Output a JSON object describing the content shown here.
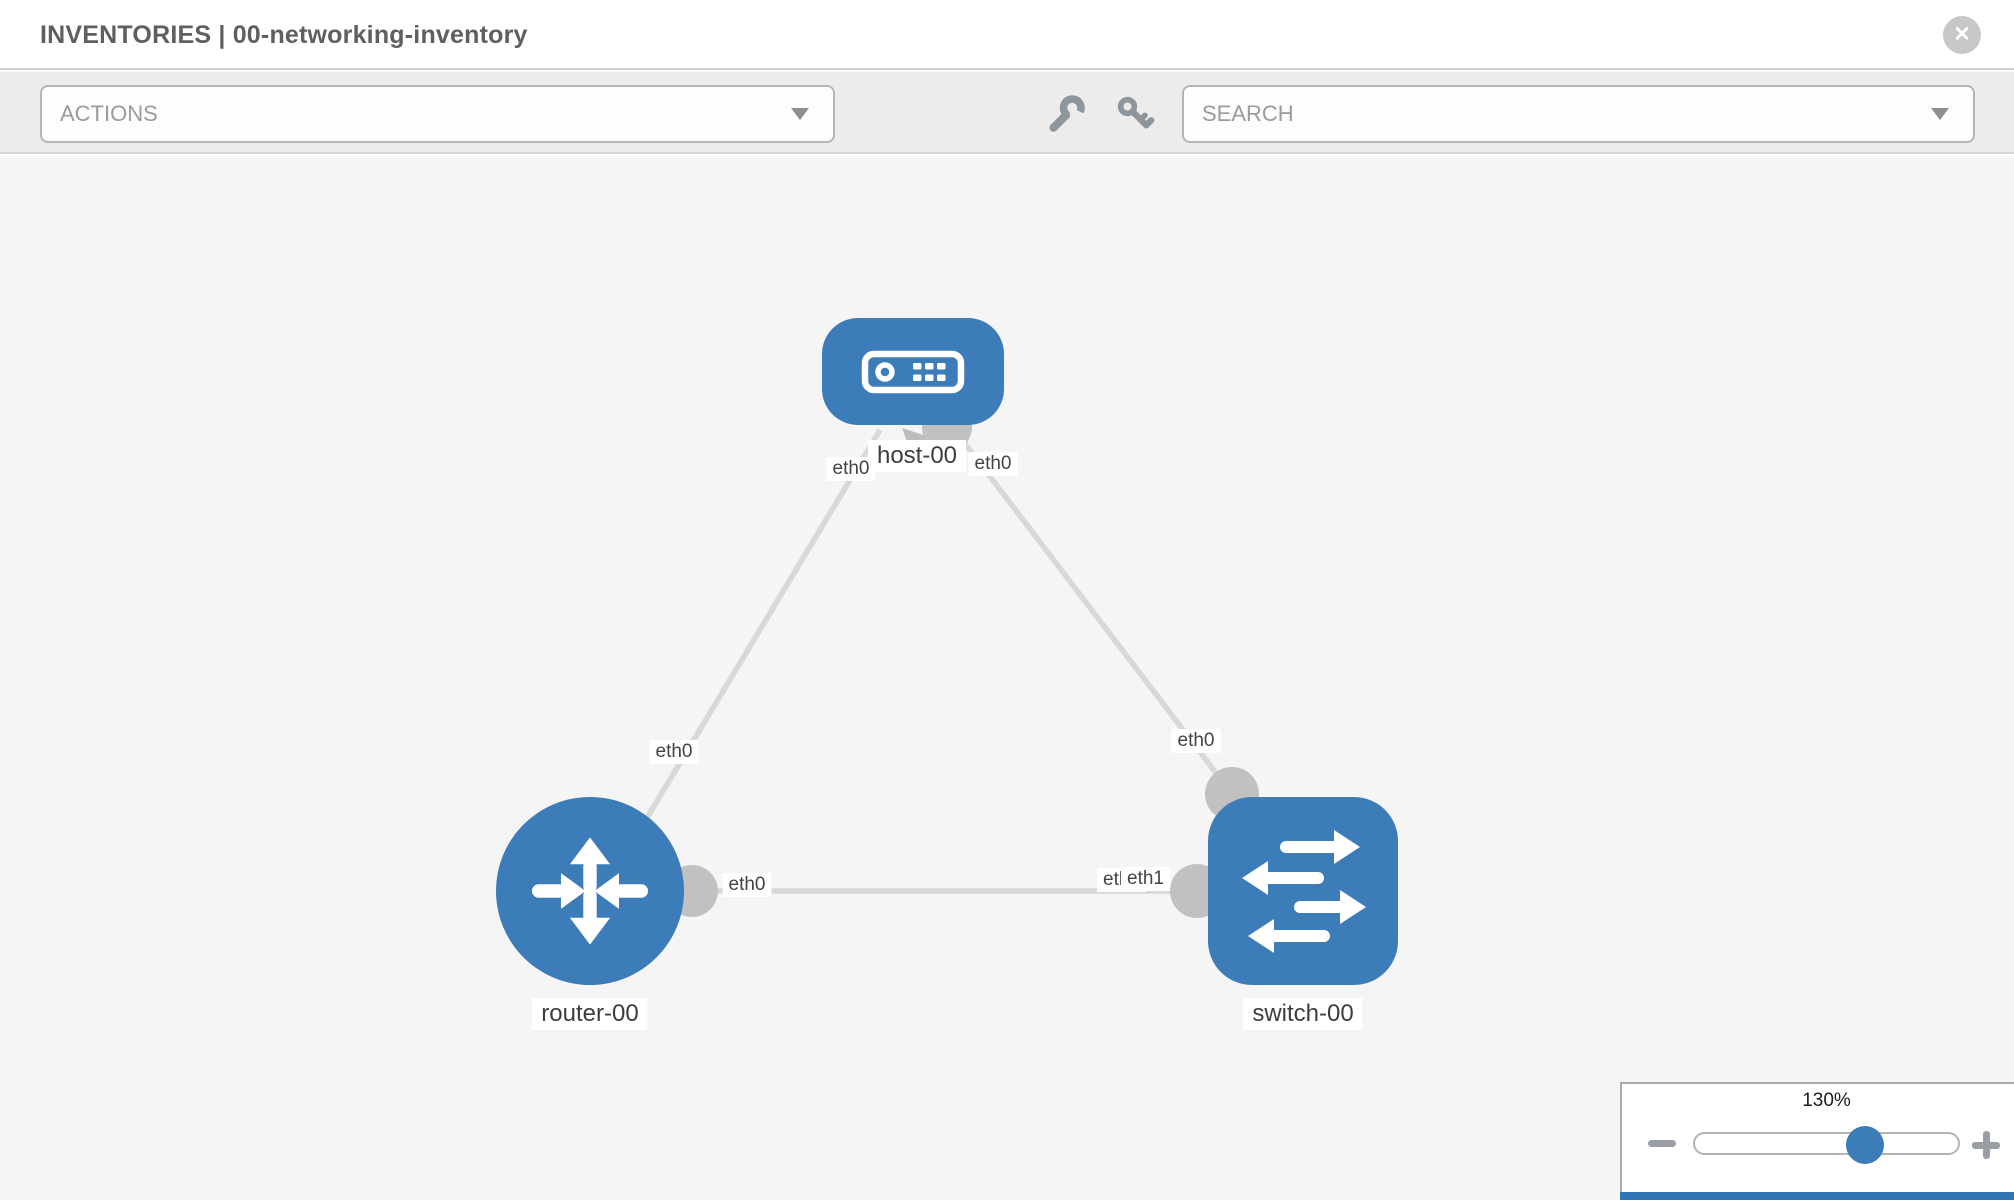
{
  "header": {
    "title": "INVENTORIES | 00-networking-inventory",
    "close_icon": "x-circle"
  },
  "toolbar": {
    "actions_label": "ACTIONS",
    "search_label": "SEARCH",
    "icons": [
      "wrench",
      "key"
    ]
  },
  "colors": {
    "node_blue": "#3b7cb9",
    "edge_gray": "#d8d8d8",
    "interface_dot_gray": "#c1c1c1",
    "canvas_bg": "#f5f5f5",
    "toolbar_bg": "#ececec",
    "key_panel_blue": "#3076b5"
  },
  "topology": {
    "nodes": [
      {
        "label": "host-00",
        "type": "host",
        "shape": "rounded-rect"
      },
      {
        "label": "router-00",
        "type": "router",
        "shape": "circle"
      },
      {
        "label": "switch-00",
        "type": "switch",
        "shape": "rounded-square"
      }
    ],
    "edges": [
      {
        "from": "host-00",
        "to": "router-00"
      },
      {
        "from": "host-00",
        "to": "switch-00"
      },
      {
        "from": "router-00",
        "to": "switch-00"
      }
    ],
    "port_labels": [
      {
        "text": "eth0",
        "near": "host-00",
        "edge": "host-router"
      },
      {
        "text": "eth0",
        "near": "host-00",
        "edge": "host-switch"
      },
      {
        "text": "eth0",
        "near": "router-00",
        "edge": "host-router"
      },
      {
        "text": "eth0",
        "near": "switch-00",
        "edge": "host-switch"
      },
      {
        "text": "eth0",
        "near": "router-00",
        "edge": "router-switch"
      },
      {
        "text": "eth0",
        "near": "switch-00",
        "edge": "router-switch"
      },
      {
        "text": "eth1",
        "near": "switch-00",
        "edge": "router-switch"
      }
    ]
  },
  "zoom_panel": {
    "zoom_level": "130%",
    "slider_value_percent": 64,
    "minus_icon": "minus",
    "plus_icon": "plus"
  }
}
